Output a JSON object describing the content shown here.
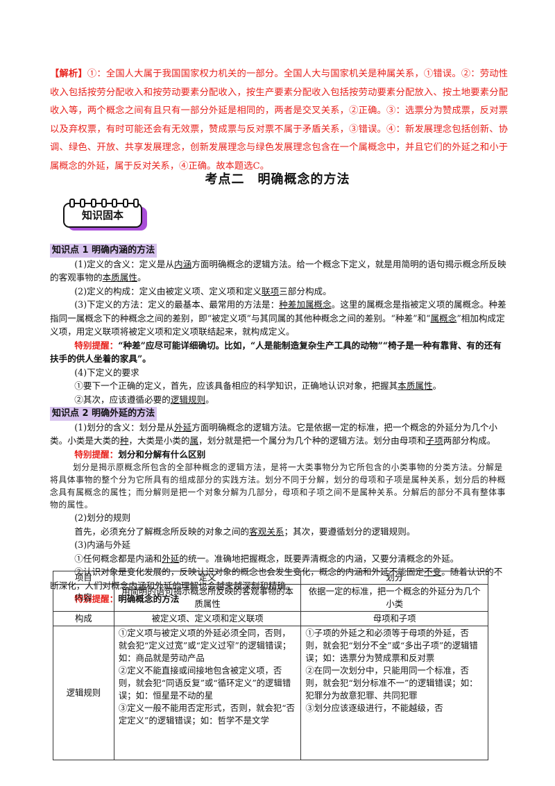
{
  "analysis": {
    "tag": "【解析】",
    "text": "①：全国人大属于我国国家权力机关的一部分。全国人大与国家机关是种属关系，①错误。②：劳动性收入包括按劳分配收入和按劳动要素分配收入，按生产要素分配收入包括按劳动要素分配放入、按土地要素分配收入等，两个概念之间有且只有一部分外延是相同的，两者是交叉关系，②正确。③：选票分为赞成票，反对票以及弃权票，有时可能还会有无效票，赞成票与反对票不属于矛盾关系，③错误。④：新发展理念包括创新、协调、绿色、开放、共享发展理念，创新发展理念与绿色发展理念包含在一个属概念中，并且它们的外延之和小于属概念的外延，属于反对关系，④正确。故本题选C。"
  },
  "kaodian_title": "考点二　明确概念的方法",
  "badge_label": "知识固本",
  "s1": {
    "heading": "知识点 1  明确内涵的方法",
    "p1a": "(1)定义的含义：定义是从",
    "p1u1": "内涵",
    "p1b": "方面明确概念的逻辑方法。给一个概念下定义，就是用简明的语句揭示概念所反映的客观事物的",
    "p1u2": "本质属性",
    "p1c": "。",
    "p2a": "(2)定义的构成：定义由被定义项、定义项和定义",
    "p2u": "联项",
    "p2b": "三部分构成。",
    "p3a": "(3)下定义的方法：定义的最基本、最常用的方法是：",
    "p3u1": "种差加属概念",
    "p3b": "。这里的属概念是指被定义项的属概念。种差指同一属概念下的种概念之间的差别，即“被定义项”与其同属的其他种概念之间的差别。“种差”和“",
    "p3u2": "属概念",
    "p3c": "”相加构成定义项，用定义联项将被定义项和定义项联结起来，就构成定义。",
    "tip_label": "特别提醒：",
    "tip_text": "“种差”应尽可能详细确切。比如，“人是能制造复杂生产工具的动物”“椅子是一种有靠背、有的还有扶手的供人坐着的家具”。",
    "p4": "(4)下定义的要求",
    "p5a": "①要下一个正确的定义，首先，应该具备相应的科学知识，正确地认识对象，把握其",
    "p5u": "本质属性",
    "p5b": "。",
    "p6a": "②其次，应该遵循必要的",
    "p6u": "逻辑规则",
    "p6b": "。"
  },
  "s2": {
    "heading": "知识点 2  明确外延的方法",
    "p1a": "(1)划分的含义：划分是从",
    "p1u1": "外延",
    "p1b": "方面明确概念的逻辑方法。它是依据一定的标准，把一个概念的外延分为几个小类。小类是大类的",
    "p1u2": "种",
    "p1c": "，大类是小类的",
    "p1u3": "属",
    "p1d": "，划分就是把一个属分为几个种的逻辑方法。划分由母项和",
    "p1u4": "子项",
    "p1e": "两部分构成。",
    "tip_label": "特别提醒：",
    "tip_title": "划分和分解有什么区别",
    "tip_text": "划分是揭示原概念所包含的全部种概念的逻辑方法，是将一大类事物分为它所包含的小类事物的分类方法。分解是将具体事物的整个分为它所具有的组成部分的实践方法。划分不同于分解，划分的母项和子项是属种关系，划分后的种概念具有属概念的属性；而分解则是把一个对象分解为几部分，母项和子项之间不是属种关系。分解后的部分不具有整体事物的属性。",
    "p2": "(2)划分的规则",
    "p3a": "首先，必须充分了解概念所反映的对象之间的",
    "p3u": "客观关系",
    "p3b": "；其次，要遵循划分的逻辑规则。",
    "p4": "(3)内涵与外延",
    "p5a": "①任何概念都是内涵和",
    "p5u": "外延",
    "p5b": "的统一。准确地把握概念，既要弄清概念的内涵，又要分清概念的外延。",
    "p6a": "②认识对象是变化发展的，反映认识对象的概念也会发生变化，概念的内涵和外延不能固定",
    "p6u1": "不变",
    "p6b": "。随着认识的不断深化，人们对概念",
    "p6u2": "内涵",
    "p6c": "和外延的理解也会越来越深刻和精确。",
    "tip2_label": "特别提醒：",
    "tip2_text": "明确概念的方法"
  },
  "table": {
    "headers": [
      "项目",
      "定义",
      "划分"
    ],
    "row_content": {
      "label": "内容",
      "def": "用简明的语句揭示概念所反映的客观事物的本质属性",
      "div": "依据一定的标准，把一个概念的外延分为几个小类"
    },
    "row_struct": {
      "label": "构成",
      "def": "被定义项、定义项和定义联项",
      "div": "母项和子项"
    },
    "row_rules": {
      "label": "逻辑规则",
      "def": [
        "①定义项与被定义项的外延必须全同，否则，就会犯“定义过宽”或“定义过窄”的逻辑错误；如：商品就是劳动产品",
        "②定义不能直接或间接地包含被定义项，否则，就会犯“同语反复”或“循环定义”的逻辑错误；如：恒星是不动的星",
        "③定义一般不能用否定形式，否则，就会犯“否定定义”的逻辑错误；如：哲学不是文学"
      ],
      "div": [
        "①子项的外延之和必须等于母项的外延，否则，就会犯“划分不全”或“多出子项”的逻辑错误；如：选票分为赞成票和反对票",
        "②在同一次划分中，只能用同一个标准，否则，就会犯“划分标准不一”的逻辑错误；如：犯罪分为故意犯罪、共同犯罪",
        "③划分应该逐级进行，不能越级，否"
      ]
    }
  }
}
